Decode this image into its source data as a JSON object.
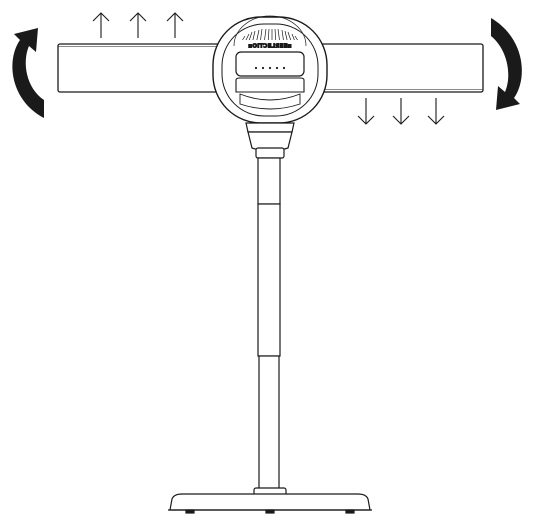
{
  "device": {
    "brand_text": "ᴎOITƆƎ⅃ЯƎƎᴎ",
    "indicator_leds": 5,
    "line_color": "#1a1a1a",
    "fill_color": "#ffffff"
  },
  "motion": {
    "rotation_direction": "clockwise",
    "left_arm_direction": "up",
    "right_arm_direction": "down",
    "arrows_per_side": 3,
    "arrow_icon_up": "arrow-up-icon",
    "arrow_icon_down": "arrow-down-icon",
    "rotation_icon": "curved-rotation-arrow-icon"
  }
}
